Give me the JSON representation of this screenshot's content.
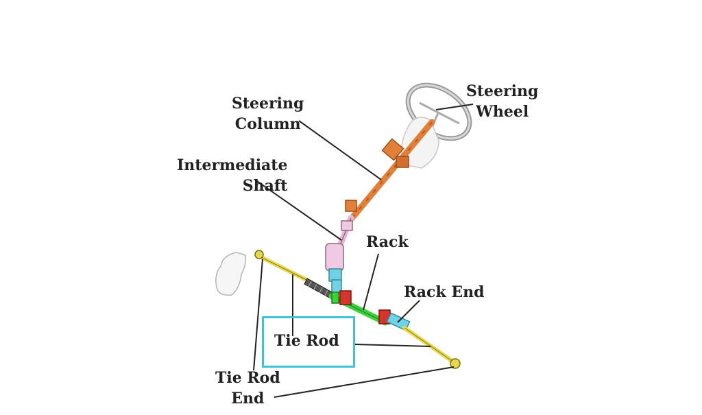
{
  "diagram": {
    "labels": {
      "steering_wheel": [
        "Steering",
        "Wheel"
      ],
      "steering_column": [
        "Steering",
        "Column"
      ],
      "intermediate_shaft": [
        "Intermediate",
        "Shaft"
      ],
      "rack": "Rack",
      "rack_end": "Rack End",
      "tie_rod": "Tie Rod",
      "tie_rod_end": [
        "Tie Rod",
        "End"
      ]
    },
    "highlighted": "Tie Rod",
    "colors": {
      "column": "#e2803a",
      "column_dark": "#b85c1e",
      "rack": "#3bd13b",
      "rack_boot": "#555555",
      "tie_rod": "#e6d84a",
      "clamp": "#d9342b",
      "joint_pink": "#e9b7d6",
      "joint_cyan": "#6fd3e6",
      "highlight": "#3cc4d4",
      "line": "#222222"
    }
  }
}
